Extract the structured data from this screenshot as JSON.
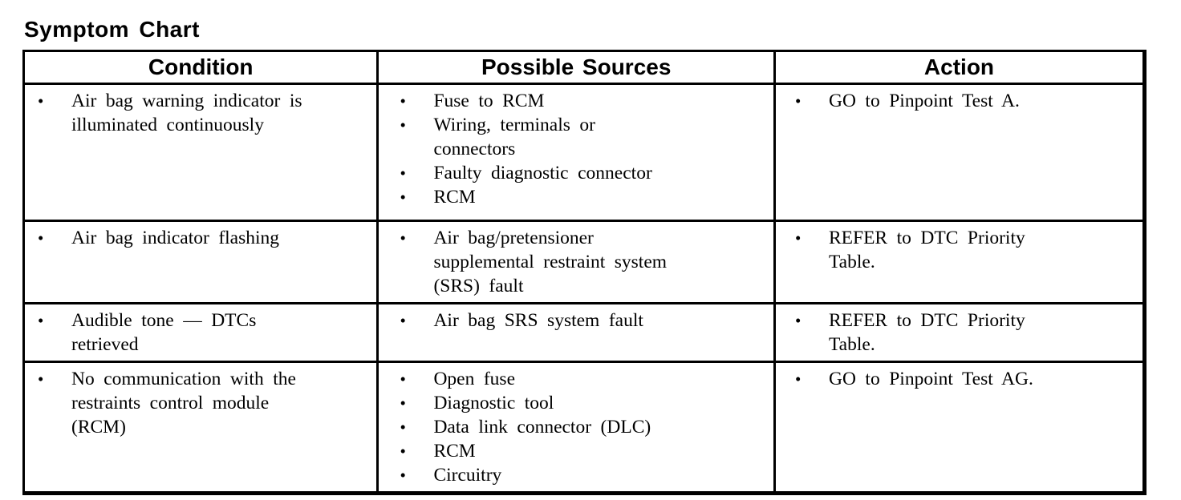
{
  "title": "Symptom Chart",
  "bullet_glyph": "•",
  "colors": {
    "text": "#000000",
    "background": "#ffffff",
    "border": "#000000"
  },
  "table": {
    "headers": [
      "Condition",
      "Possible Sources",
      "Action"
    ],
    "rows": [
      {
        "condition": [
          "Air bag warning indicator is\nilluminated continuously"
        ],
        "sources": [
          "Fuse to RCM",
          "Wiring, terminals or\nconnectors",
          "Faulty diagnostic connector",
          "RCM"
        ],
        "action": [
          "GO to Pinpoint Test A."
        ]
      },
      {
        "condition": [
          "Air bag indicator flashing"
        ],
        "sources": [
          "Air bag/pretensioner\nsupplemental restraint system\n(SRS) fault"
        ],
        "action": [
          "REFER to DTC Priority\nTable."
        ]
      },
      {
        "condition": [
          "Audible tone — DTCs\nretrieved"
        ],
        "sources": [
          "Air bag SRS system fault"
        ],
        "action": [
          "REFER to DTC Priority\nTable."
        ]
      },
      {
        "condition": [
          "No communication with the\nrestraints control module\n(RCM)"
        ],
        "sources": [
          "Open fuse",
          "Diagnostic tool",
          "Data link connector (DLC)",
          "RCM",
          "Circuitry"
        ],
        "action": [
          "GO to Pinpoint Test AG."
        ]
      }
    ]
  }
}
